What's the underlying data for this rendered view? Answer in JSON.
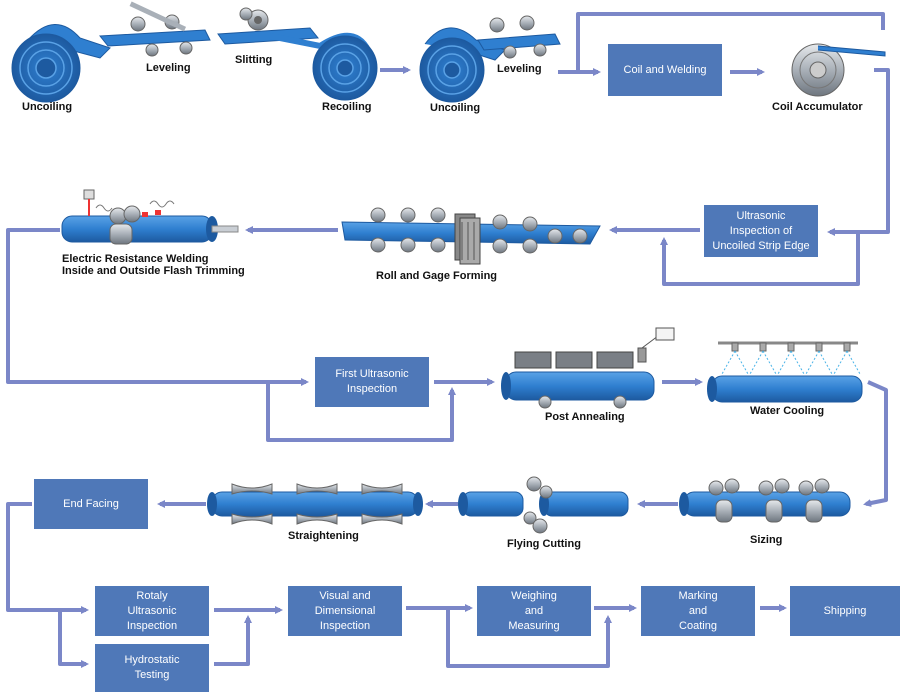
{
  "colors": {
    "pipe": "#2f7fd0",
    "pipe_dark": "#1d5aa0",
    "box": "#4f78b8",
    "arrow": "#7b87c8",
    "roller": "#a9b0b8"
  },
  "labels": {
    "uncoiling_1": "Uncoiling",
    "leveling_1": "Leveling",
    "slitting": "Slitting",
    "recoiling": "Recoiling",
    "uncoiling_2": "Uncoiling",
    "leveling_2": "Leveling",
    "coil_accumulator": "Coil Accumulator",
    "erw": "Electric Resistance Welding\nInside and Outside Flash Trimming",
    "roll_gage": "Roll and Gage Forming",
    "post_annealing": "Post Annealing",
    "water_cooling": "Water Cooling",
    "straightening": "Straightening",
    "flying_cutting": "Flying Cutting",
    "sizing": "Sizing"
  },
  "boxes": {
    "coil_welding": "Coil and Welding",
    "ultrasonic_strip": "Ultrasonic\nInspection of\nUncoiled Strip Edge",
    "first_ultrasonic": "First Ultrasonic\nInspection",
    "end_facing": "End Facing",
    "rotaly": "Rotaly\nUltrasonic\nInspection",
    "hydrostatic": "Hydrostatic\nTesting",
    "visual": "Visual and\nDimensional\nInspection",
    "weighing": "Weighing\nand\nMeasuring",
    "marking": "Marking\nand\nCoating",
    "shipping": "Shipping"
  }
}
